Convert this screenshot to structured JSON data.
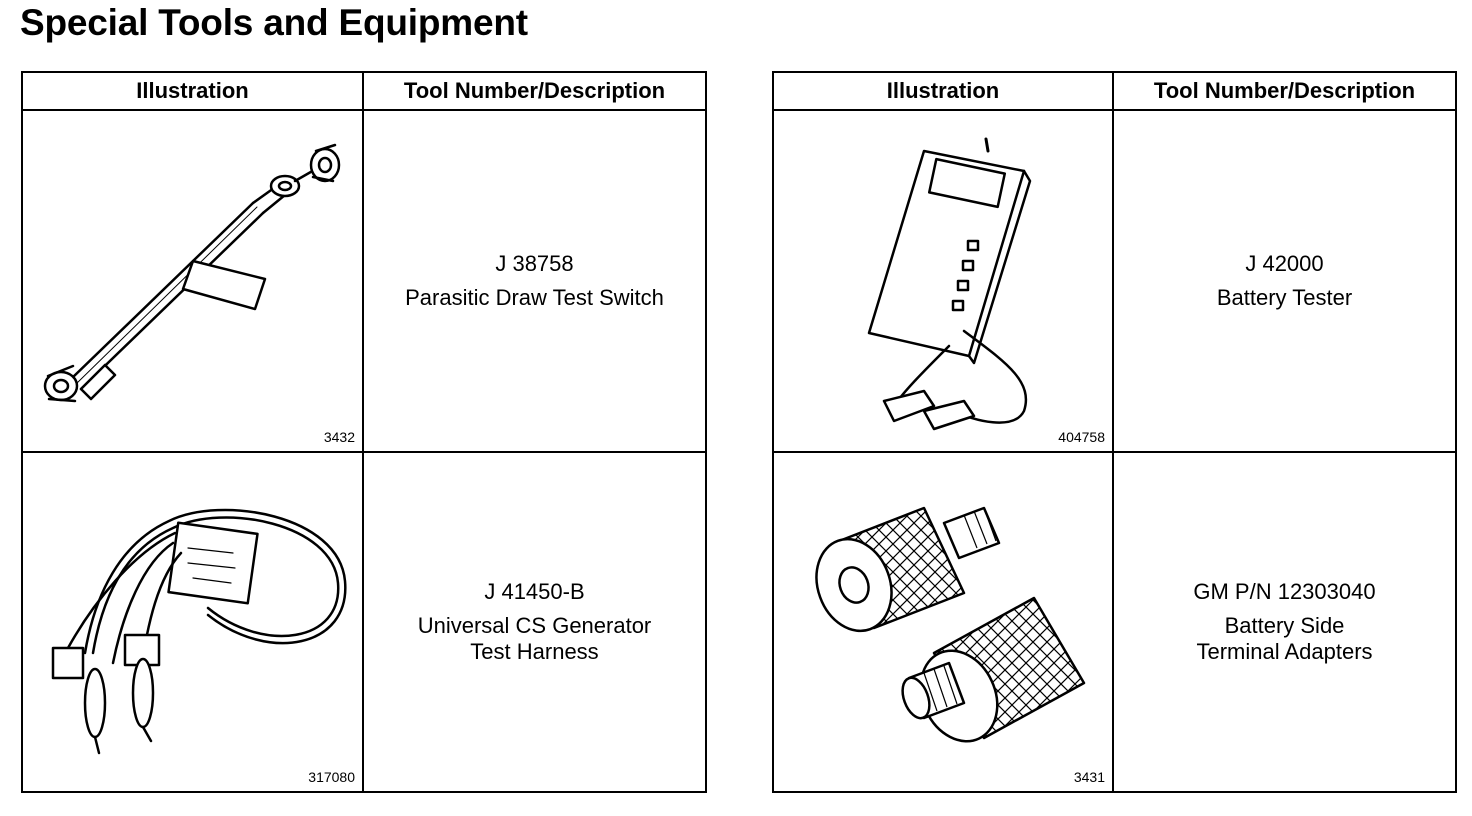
{
  "title": "Special Tools and Equipment",
  "tables": [
    {
      "headers": {
        "illustration": "Illustration",
        "tool": "Tool Number/Description"
      },
      "rows": [
        {
          "figure": "3432",
          "number": "J 38758",
          "description": "Parasitic Draw Test Switch",
          "icon": "test-switch-illustration"
        },
        {
          "figure": "317080",
          "number": "J 41450-B",
          "description": "Universal CS Generator\nTest Harness",
          "icon": "test-harness-illustration"
        }
      ]
    },
    {
      "headers": {
        "illustration": "Illustration",
        "tool": "Tool Number/Description"
      },
      "rows": [
        {
          "figure": "404758",
          "number": "J 42000",
          "description": "Battery Tester",
          "icon": "battery-tester-illustration"
        },
        {
          "figure": "3431",
          "number": "GM P/N 12303040",
          "description": "Battery Side\nTerminal Adapters",
          "icon": "terminal-adapters-illustration"
        }
      ]
    }
  ]
}
